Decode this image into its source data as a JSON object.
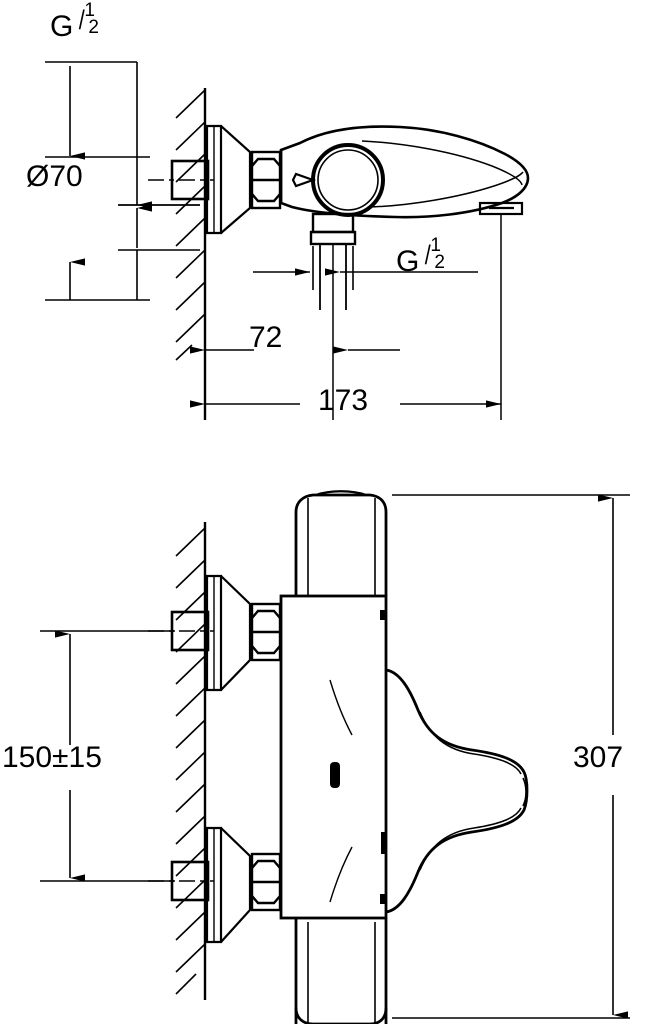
{
  "drawing": {
    "type": "technical-dimension-drawing",
    "subject": "wall-mounted thermostatic bath mixer",
    "views": [
      {
        "id": "top-view",
        "name": "plan view (top)"
      },
      {
        "id": "front-view",
        "name": "front elevation"
      }
    ],
    "line_color": "#000000",
    "background_color": "#ffffff"
  },
  "dimensions": {
    "thread_top": {
      "label_g": "G",
      "numerator": "1",
      "slash": "/",
      "denominator": "2"
    },
    "diameter": {
      "label": "Ø70"
    },
    "thread_outlet": {
      "label_g": "G",
      "numerator": "1",
      "slash": "/",
      "denominator": "2"
    },
    "projection_short": {
      "label": "72"
    },
    "projection_total": {
      "label": "173"
    },
    "centre_distance": {
      "label": "150±15"
    },
    "overall_height": {
      "label": "307"
    }
  }
}
